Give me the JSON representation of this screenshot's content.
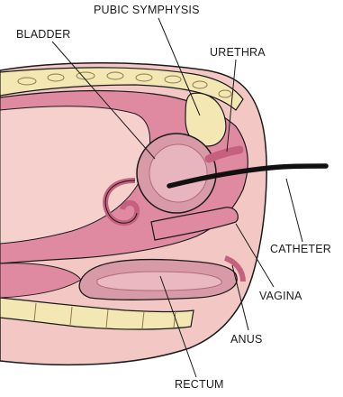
{
  "labels": {
    "pubic_symphysis": "PUBIC SYMPHYSIS",
    "bladder": "BLADDER",
    "urethra": "URETHRA",
    "catheter": "CATHETER",
    "vagina": "VAGINA",
    "anus": "ANUS",
    "rectum": "RECTUM"
  },
  "colors": {
    "skin": "#f3c8c4",
    "tissue": "#e08aa2",
    "tissue_dark": "#c5607f",
    "organ_fill": "#d99aa8",
    "bone": "#f3e7b4",
    "outline": "#1a1a1a",
    "catheter": "#111111"
  }
}
